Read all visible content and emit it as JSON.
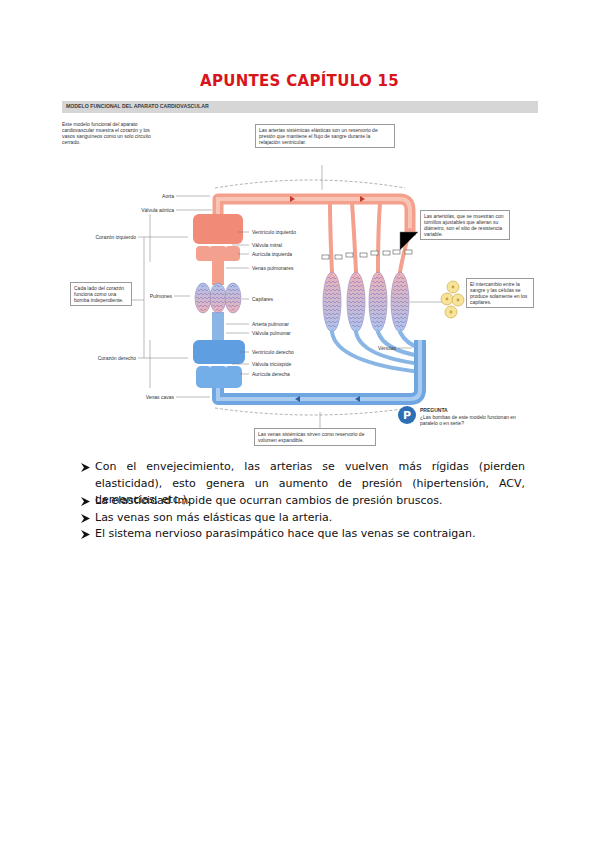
{
  "diagram": {
    "title": "APUNTES CAPÍTULO 15",
    "nodes": [
      {
        "text": [
          "MODELO FUNCIONAL DEL APARATO CARDIOVASCULAR"
        ]
      },
      {
        "text": [
          "Las arterias sistémicas elásticas son un reservorio de presión que mantiene el flujo de sangre durante la relajación ventricular."
        ]
      },
      {
        "text": [
          "Las arteriolas, que se muestran con tornillos ajustables que alteran su diámetro, son el sitio de resistencia variable."
        ]
      },
      {
        "text": [
          "El intercambio entre la sangre y las células se produce solamente en los capilares."
        ]
      },
      {
        "text": [
          "Cada lado del corazón funciona como una bomba independiente."
        ]
      },
      {
        "text": [
          "P"
        ]
      },
      {
        "text": [
          "Las venas sistémicas sirven como reservorio de volumen expandible."
        ]
      }
    ],
    "labels": [
      "Este modelo funcional del aparato cardiovascular muestra el corazón y los vasos sanguíneos como un solo circuito cerrado.",
      "Aorta",
      "Válvula aórtica",
      "Corazón izquierdo",
      "Pulmones",
      "Corazón derecho",
      "Venas cavas",
      "Ventrículo izquierdo",
      "Válvula mitral",
      "Aurícula izquierda",
      "Venas pulmonares",
      "Capilares",
      "Arteria pulmonar",
      "Válvula pulmonar",
      "Ventrículo derecho",
      "Válvula tricúspide",
      "Aurícula derecha",
      "Vénulas",
      "PREGUNTA",
      "¿Las bombas de este modelo funcionan en paralelo o en serie?",
      "Con el envejecimiento, las arterias se vuelven más rígidas (pierden elasticidad), esto genera un aumento de presión (hipertensión, ACV, demencias, etc.).",
      "La elasticidad impide que ocurran cambios de presión bruscos.",
      "Las venas son más elásticas que la arteria.",
      "El sistema nervioso parasimpático hace que las venas se contraigan."
    ]
  }
}
